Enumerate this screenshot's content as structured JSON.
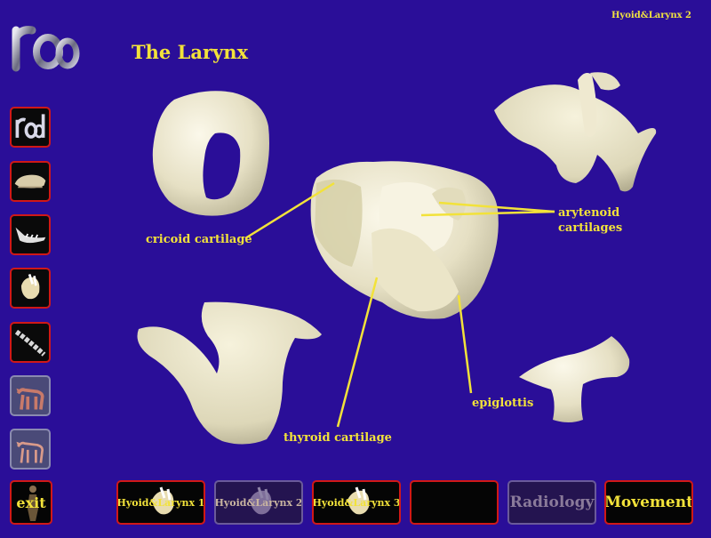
{
  "header": {
    "title": "The Larynx",
    "page_code": "Hyoid&Larynx 2"
  },
  "labels": {
    "cricoid": "cricoid cartilage",
    "arytenoid_line1": "arytenoid",
    "arytenoid_line2": "cartilages",
    "epiglottis": "epiglottis",
    "thyroid": "thyroid cartilage"
  },
  "sidebar": {
    "items": [
      {
        "icon": "rad-logo-icon"
      },
      {
        "icon": "skull-icon"
      },
      {
        "icon": "jaw-icon"
      },
      {
        "icon": "larynx-icon"
      },
      {
        "icon": "spine-icon"
      },
      {
        "icon": "dog-muscle-icon"
      },
      {
        "icon": "dog-skeleton-icon"
      }
    ]
  },
  "bottom_nav": {
    "exit": "exit",
    "larynx1": "Hyoid&Larynx 1",
    "larynx2": "Hyoid&Larynx 2",
    "larynx3": "Hyoid&Larynx 3",
    "radiology": "Radiology",
    "movement": "Movement"
  },
  "colors": {
    "background": "#2a0e98",
    "label_yellow": "#f2e23a",
    "button_border": "#d01818",
    "bone": "#ece8d2"
  }
}
